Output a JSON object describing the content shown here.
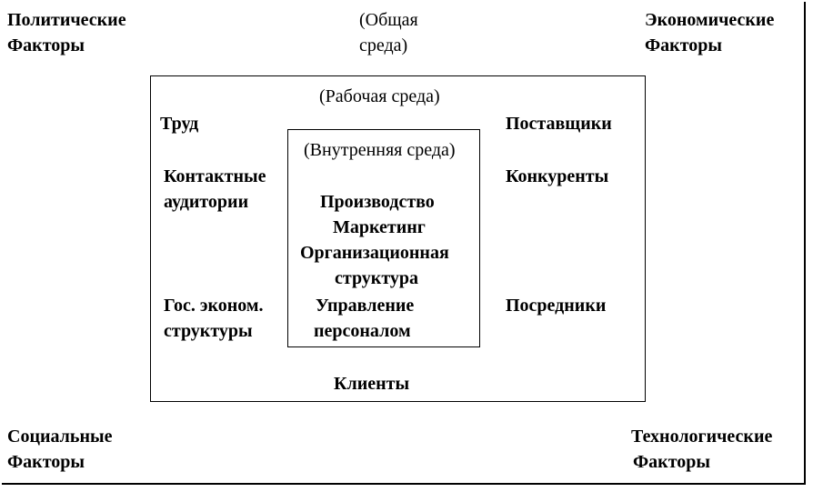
{
  "general_environment": {
    "title_line1": "(Общая",
    "title_line2": "среда)",
    "political": [
      "Политические",
      "Факторы"
    ],
    "economic": [
      "Экономические",
      "Факторы"
    ],
    "social": [
      "Социальные",
      "Факторы"
    ],
    "technological": [
      "Технологические",
      "Факторы"
    ]
  },
  "work_environment": {
    "title": "(Рабочая среда)",
    "labor": "Труд",
    "suppliers": "Поставщики",
    "contact_audiences": [
      "Контактные",
      "аудитории"
    ],
    "competitors": "Конкуренты",
    "state_economic_structures": [
      "Гос. эконом.",
      "структуры"
    ],
    "intermediaries": "Посредники",
    "clients": "Клиенты"
  },
  "internal_environment": {
    "title": "(Внутренняя среда)",
    "items": [
      "Производство",
      "Маркетинг",
      "Организационная",
      "структура",
      "Управление",
      "персоналом"
    ]
  }
}
